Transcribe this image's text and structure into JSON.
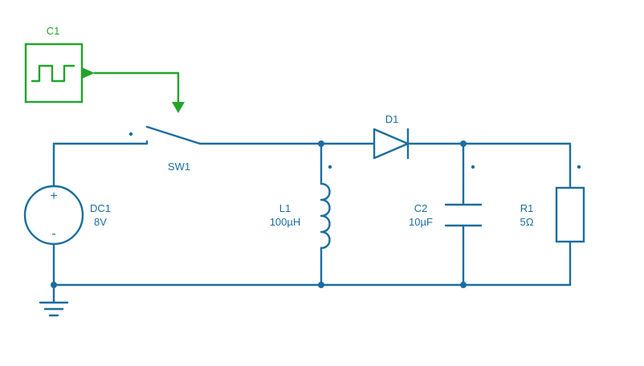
{
  "colors": {
    "wire": "#1a6e9e",
    "control": "#21a52a",
    "background": "#ffffff"
  },
  "components": {
    "clock": {
      "name": "C1"
    },
    "switch": {
      "name": "SW1"
    },
    "source": {
      "name": "DC1",
      "value": "8V",
      "plus": "+",
      "minus": "-"
    },
    "inductor": {
      "name": "L1",
      "value": "100µH"
    },
    "diode": {
      "name": "D1"
    },
    "capacitor": {
      "name": "C2",
      "value": "10µF"
    },
    "resistor": {
      "name": "R1",
      "value": "5Ω"
    }
  },
  "icons": [
    "square-wave-icon",
    "ground-icon",
    "diode-icon",
    "inductor-icon",
    "capacitor-icon",
    "resistor-icon",
    "switch-icon",
    "voltage-source-icon"
  ]
}
